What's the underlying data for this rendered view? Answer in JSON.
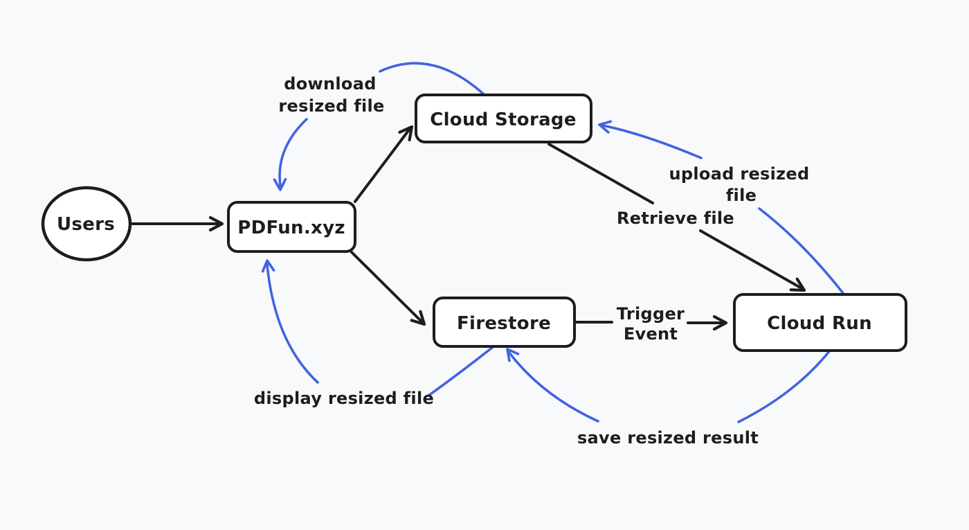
{
  "diagram": {
    "background": "#f8f9fb",
    "ink_color": "#1d1d20",
    "accent_color": "#4263e0",
    "node_fill": "#ffffff",
    "nodes": [
      {
        "id": "users",
        "label": "Users",
        "shape": "ellipse"
      },
      {
        "id": "pdfun",
        "label": "PDFun.xyz",
        "shape": "rounded-rect"
      },
      {
        "id": "cloud-storage",
        "label": "Cloud Storage",
        "shape": "rounded-rect"
      },
      {
        "id": "firestore",
        "label": "Firestore",
        "shape": "rounded-rect"
      },
      {
        "id": "cloud-run",
        "label": "Cloud Run",
        "shape": "rounded-rect"
      }
    ],
    "edges": [
      {
        "from": "Users",
        "to": "PDFun.xyz",
        "color": "black",
        "style": "straight",
        "lines": []
      },
      {
        "from": "PDFun.xyz",
        "to": "Cloud Storage",
        "color": "black",
        "style": "straight",
        "lines": []
      },
      {
        "from": "PDFun.xyz",
        "to": "Firestore",
        "color": "black",
        "style": "straight",
        "lines": []
      },
      {
        "from": "Cloud Storage",
        "to": "Cloud Run",
        "color": "black",
        "style": "straight",
        "lines": [
          "Retrieve file"
        ]
      },
      {
        "from": "Firestore",
        "to": "Cloud Run",
        "color": "black",
        "style": "straight",
        "lines": [
          "Trigger",
          "Event"
        ]
      },
      {
        "from": "Cloud Storage",
        "to": "PDFun.xyz",
        "color": "blue",
        "style": "curved",
        "lines": [
          "download",
          "resized file"
        ]
      },
      {
        "from": "Cloud Run",
        "to": "Cloud Storage",
        "color": "blue",
        "style": "curved",
        "lines": [
          "upload resized",
          "file"
        ]
      },
      {
        "from": "Firestore",
        "to": "PDFun.xyz",
        "color": "blue",
        "style": "curved",
        "lines": [
          "display resized file"
        ]
      },
      {
        "from": "Cloud Run",
        "to": "Firestore",
        "color": "blue",
        "style": "curved",
        "lines": [
          "save resized result"
        ]
      }
    ]
  }
}
